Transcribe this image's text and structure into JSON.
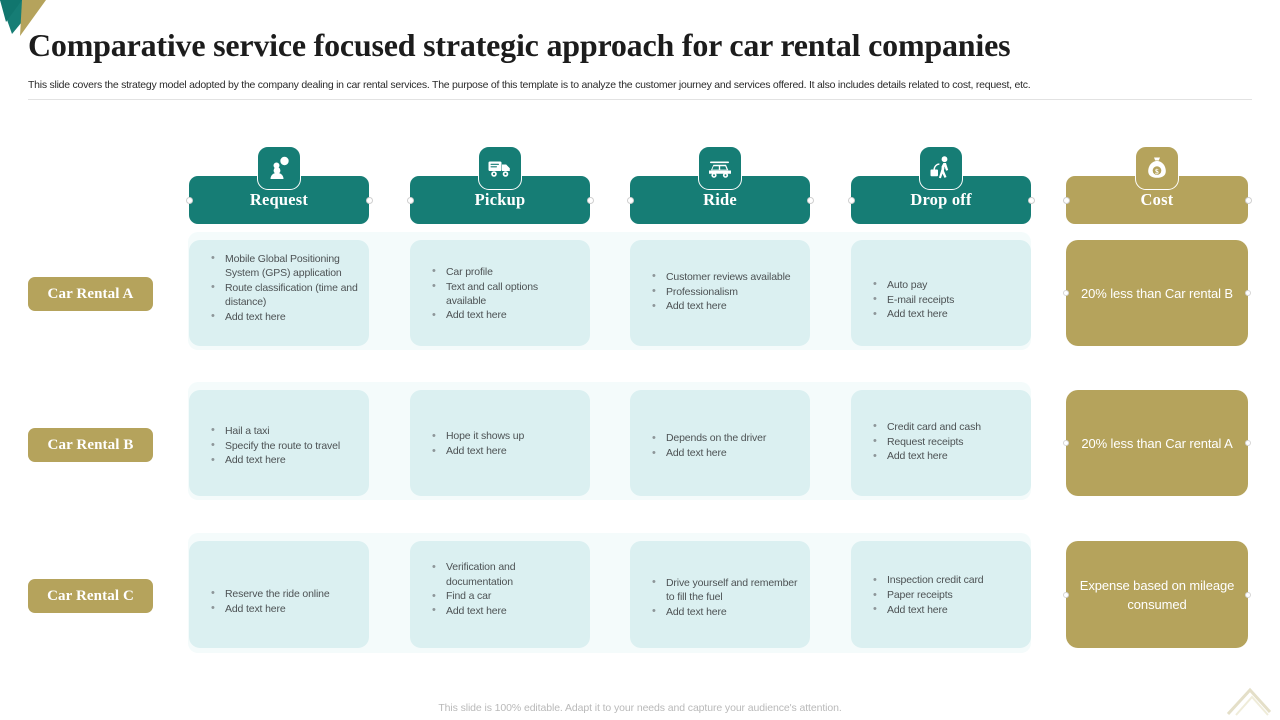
{
  "header": {
    "title": "Comparative service focused strategic approach for car rental companies",
    "subtitle": "This slide covers the strategy model adopted by the company dealing in car rental services. The purpose of this template is to analyze the customer journey and services offered. It also includes details related to cost, request, etc."
  },
  "colors": {
    "teal": "#167d75",
    "gold": "#b5a35c",
    "cell_bg": "#dbf0f1",
    "band_bg": "#f4fbfb",
    "text_gray": "#4d5254"
  },
  "columns": [
    {
      "label": "Request",
      "icon": "person-speech-bubbles-icon",
      "accent": "teal"
    },
    {
      "label": "Pickup",
      "icon": "delivery-truck-icon",
      "accent": "teal"
    },
    {
      "label": "Ride",
      "icon": "car-ride-icon",
      "accent": "teal"
    },
    {
      "label": "Drop off",
      "icon": "person-with-luggage-icon",
      "accent": "teal"
    },
    {
      "label": "Cost",
      "icon": "money-bag-icon",
      "accent": "gold"
    }
  ],
  "rows": [
    {
      "label": "Car Rental A",
      "cells": [
        [
          "Mobile Global Positioning System (GPS) application",
          "Route classification (time and distance)",
          "Add text here"
        ],
        [
          "Car profile",
          "Text  and call options available",
          "Add text here"
        ],
        [
          "Customer reviews available",
          "Professionalism",
          "Add text here"
        ],
        [
          "Auto  pay",
          "E-mail receipts",
          "Add text here"
        ]
      ],
      "cost": "20% less than Car rental  B"
    },
    {
      "label": "Car Rental B",
      "cells": [
        [
          "Hail a taxi",
          "Specify the route to travel",
          "Add text here"
        ],
        [
          "Hope it shows up",
          "Add text here"
        ],
        [
          "Depends on the driver",
          "Add text here"
        ],
        [
          "Credit card and cash",
          "Request receipts",
          "Add text here"
        ]
      ],
      "cost": "20% less than Car rental  A"
    },
    {
      "label": "Car Rental C",
      "cells": [
        [
          "Reserve the ride online",
          "Add text here"
        ],
        [
          "Verification and documentation",
          "Find a car",
          "Add text here"
        ],
        [
          "Drive yourself and remember to fill the fuel",
          "Add text here"
        ],
        [
          "Inspection credit card",
          "Paper receipts",
          "Add text here"
        ]
      ],
      "cost": "Expense based on mileage consumed"
    }
  ],
  "footer": {
    "note": "This slide is 100% editable. Adapt it to your needs and capture your audience's attention."
  }
}
